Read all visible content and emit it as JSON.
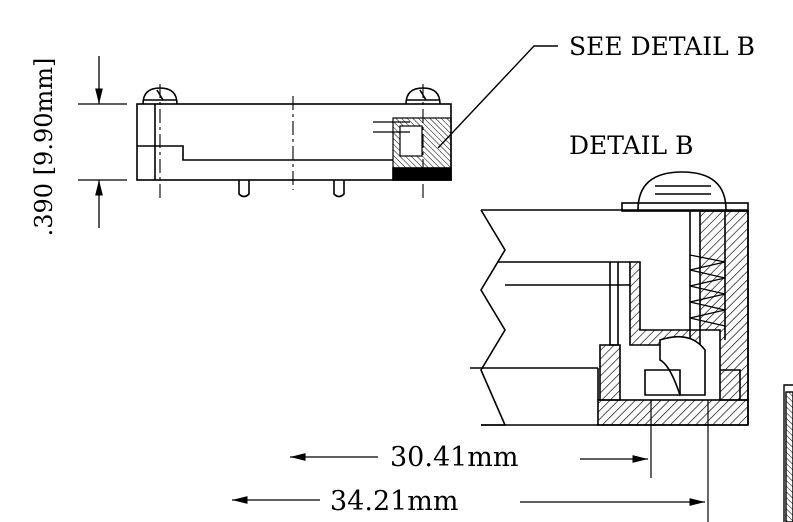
{
  "labels": {
    "see_detail": "SEE DETAIL B",
    "detail_title": "DETAIL B",
    "height_dim": ".390 [9.90mm]",
    "dim_1": "30.41mm",
    "dim_2": "34.21mm"
  },
  "colors": {
    "ink": "#000000",
    "paper": "#ffffff"
  }
}
